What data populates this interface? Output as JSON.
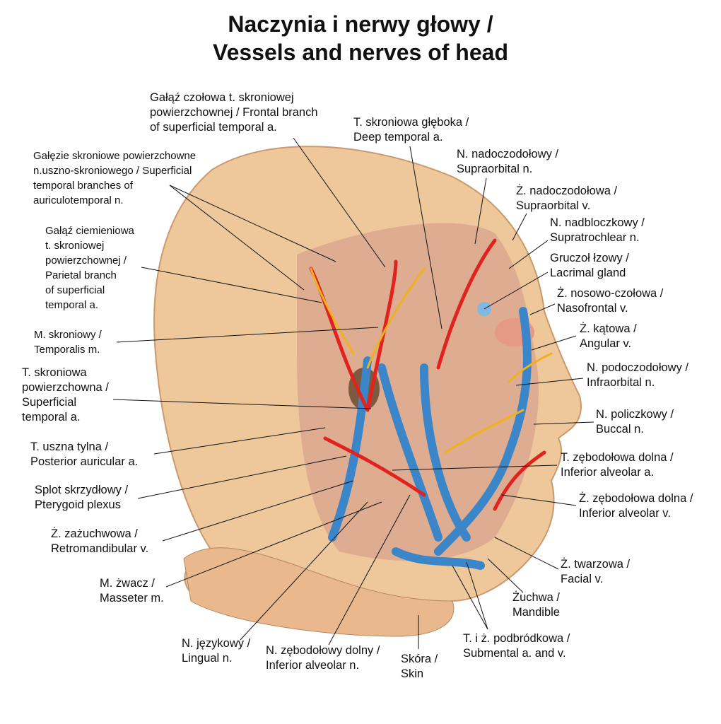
{
  "title": [
    "Naczynia i nerwy głowy /",
    "Vessels and nerves of head"
  ],
  "colors": {
    "skin": "#eec79a",
    "artery": "#e0231e",
    "vein": "#3a86c8",
    "nerve": "#f0b21c",
    "muscle": "#d9a58e"
  },
  "labels": [
    {
      "id": "frontal-branch",
      "lines": [
        "Gałąź czołowa t. skroniowej",
        "powierzchownej / Frontal branch",
        "of superficial temporal a."
      ]
    },
    {
      "id": "deep-temporal",
      "lines": [
        "T. skroniowa głęboka /",
        "Deep temporal a."
      ]
    },
    {
      "id": "supraorbital-n",
      "lines": [
        "N. nadoczodołowy /",
        "Supraorbital n."
      ]
    },
    {
      "id": "supraorbital-v",
      "lines": [
        "Ż. nadoczodołowa /",
        "Supraorbital v."
      ]
    },
    {
      "id": "supratrochlear",
      "lines": [
        "N. nadbloczkowy /",
        "Supratrochlear n."
      ]
    },
    {
      "id": "lacrimal",
      "lines": [
        "Gruczoł łzowy /",
        "Lacrimal gland"
      ]
    },
    {
      "id": "nasofrontal",
      "lines": [
        "Ż. nosowo-czołowa /",
        "Nasofrontal v."
      ]
    },
    {
      "id": "angular",
      "lines": [
        "Ż. kątowa /",
        "Angular v."
      ]
    },
    {
      "id": "infraorbital",
      "lines": [
        "N. podoczodołowy /",
        "Infraorbital n."
      ]
    },
    {
      "id": "buccal",
      "lines": [
        "N. policzkowy /",
        "Buccal n."
      ]
    },
    {
      "id": "inf-alveolar-a",
      "lines": [
        "T. zębodołowa dolna /",
        "Inferior alveolar a."
      ]
    },
    {
      "id": "inf-alveolar-v",
      "lines": [
        "Ż. zębodołowa dolna /",
        "Inferior alveolar v."
      ]
    },
    {
      "id": "facial-v",
      "lines": [
        "Ż. twarzowa /",
        "Facial v."
      ]
    },
    {
      "id": "mandible",
      "lines": [
        "Żuchwa /",
        "Mandible"
      ]
    },
    {
      "id": "submental",
      "lines": [
        "T. i ż. podbródkowa /",
        "Submental a. and v."
      ]
    },
    {
      "id": "skin",
      "lines": [
        "Skóra /",
        "Skin"
      ]
    },
    {
      "id": "inf-alveolar-n",
      "lines": [
        "N. zębodołowy dolny /",
        "Inferior alveolar n."
      ]
    },
    {
      "id": "lingual",
      "lines": [
        "N. językowy /",
        "Lingual n."
      ]
    },
    {
      "id": "masseter",
      "lines": [
        "M. żwacz /",
        "Masseter m."
      ]
    },
    {
      "id": "retromandibular",
      "lines": [
        "Ż. zażuchwowa /",
        "Retromandibular v."
      ]
    },
    {
      "id": "pterygoid",
      "lines": [
        "Splot skrzydłowy /",
        "Pterygoid plexus"
      ]
    },
    {
      "id": "post-auricular",
      "lines": [
        "T. uszna tylna /",
        "Posterior auricular a."
      ]
    },
    {
      "id": "superficial-temporal",
      "lines": [
        "T. skroniowa",
        "powierzchowna /",
        "Superficial",
        "temporal a."
      ]
    },
    {
      "id": "temporalis",
      "lines": [
        "M. skroniowy /",
        "Temporalis m."
      ]
    },
    {
      "id": "parietal-branch",
      "lines": [
        "Gałąź ciemieniowa",
        "t. skroniowej",
        "powierzchownej /",
        "Parietal branch",
        "of superficial",
        "temporal a."
      ]
    },
    {
      "id": "auriculotemporal",
      "lines": [
        "Gałęzie skroniowe powierzchowne",
        "n.uszno-skroniowego / Superficial",
        "temporal branches of",
        "auriculotemporal n."
      ]
    }
  ]
}
